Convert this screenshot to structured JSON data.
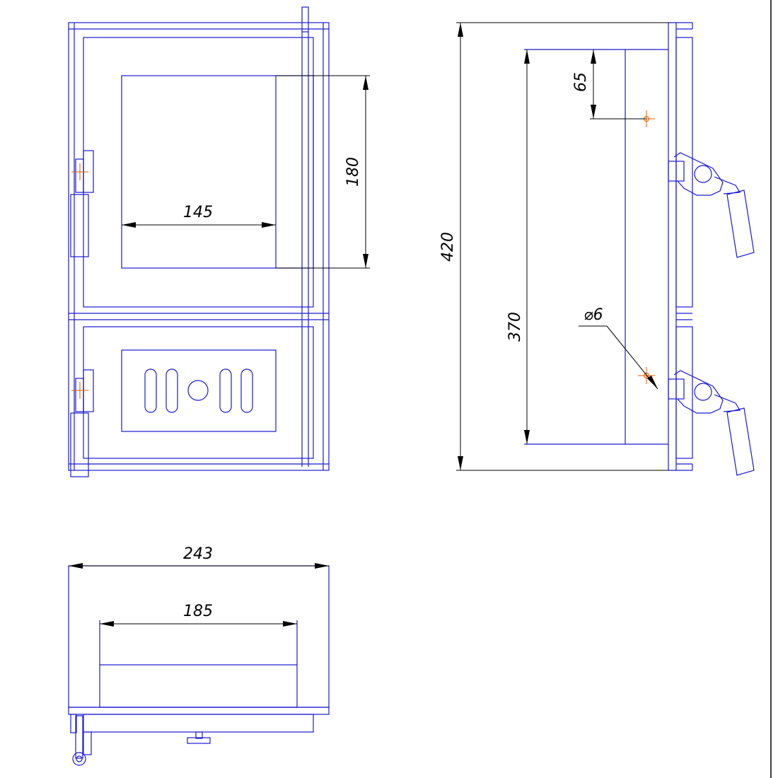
{
  "dimensions": {
    "front_opening_width": "145",
    "front_opening_height": "180",
    "side_total_height": "420",
    "side_inner_height": "370",
    "side_top_offset": "65",
    "side_hole_diameter": "⌀6",
    "top_total_width": "243",
    "top_inner_width": "185"
  },
  "colors": {
    "outline": "#1a1ad0",
    "dimension": "#000000",
    "center_mark": "#e05a00",
    "background": "#ffffff"
  }
}
